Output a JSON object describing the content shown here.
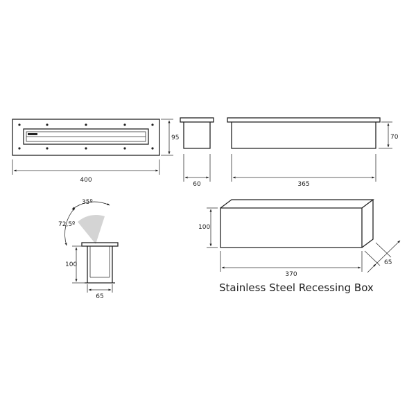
{
  "title": "Stainless Steel Recessing Box",
  "dimensions": {
    "top_view_width": "400",
    "top_view_height": "95",
    "end_view_width": "60",
    "side_view_length": "365",
    "side_view_height": "70",
    "section_angle_small": "35º",
    "section_angle_large": "72,5º",
    "section_height": "100",
    "section_width": "65",
    "box_height": "100",
    "box_length": "370",
    "box_depth": "65"
  },
  "colors": {
    "line": "#222222",
    "flame_fill": "#d4d4d4"
  }
}
